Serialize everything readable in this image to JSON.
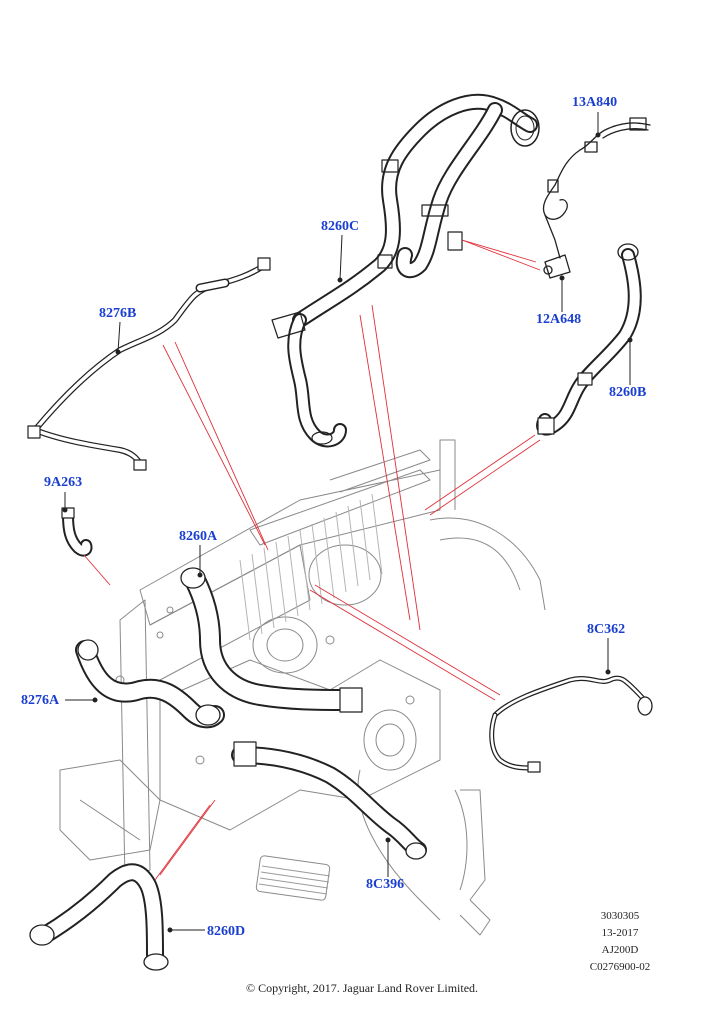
{
  "labels": {
    "p13A840": "13A840",
    "p8260C": "8260C",
    "p8276B": "8276B",
    "p12A648": "12A648",
    "p8260B": "8260B",
    "p9A263": "9A263",
    "p8260A": "8260A",
    "p8C362": "8C362",
    "p8276A": "8276A",
    "p8C396": "8C396",
    "p8260D": "8260D"
  },
  "reference": {
    "line1": "3030305",
    "line2": "13-2017",
    "line3": "AJ200D",
    "line4": "C0276900-02"
  },
  "copyright": "© Copyright, 2017. Jaguar Land Rover Limited.",
  "colors": {
    "label": "#1a3fd0",
    "leader": "#e0303a",
    "line_art": "#222222",
    "engine_art": "#8a8a8a"
  }
}
